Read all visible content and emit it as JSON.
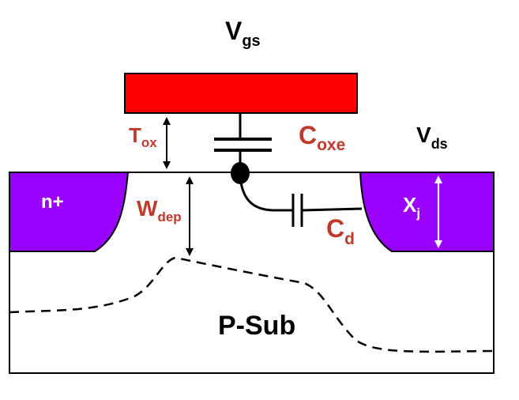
{
  "labels": {
    "vgs_main": "V",
    "vgs_sub": "gs",
    "vds_main": "V",
    "vds_sub": "ds",
    "tox_main": "T",
    "tox_sub": "ox",
    "coxe_main": "C",
    "coxe_sub": "oxe",
    "wdep_main": "W",
    "wdep_sub": "dep",
    "cd_main": "C",
    "cd_sub": "d",
    "xj_main": "X",
    "xj_sub": "j",
    "nplus": "n+",
    "psub": "P-Sub"
  },
  "colors": {
    "gate": "#ff0000",
    "implant": "#9900ff",
    "parameter_text": "#c0392b",
    "line": "#000000"
  }
}
